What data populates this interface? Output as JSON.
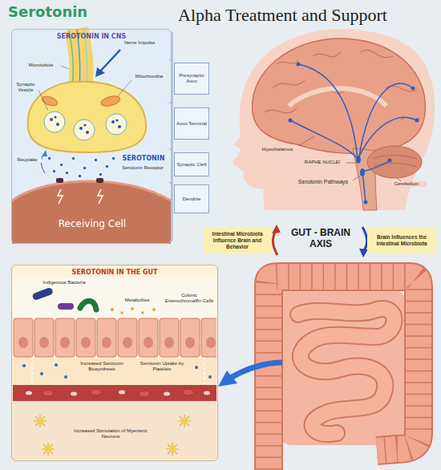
{
  "diagram": {
    "title": "Alpha Treatment and Support",
    "nodes": [
      {
        "text": [
          "SEROTONIN IN CNS"
        ]
      },
      {
        "text": [
          "Presynaptic Axon"
        ]
      },
      {
        "text": [
          "Axon Terminal"
        ]
      },
      {
        "text": [
          "Synaptic Cleft"
        ]
      },
      {
        "text": [
          "Dendrite"
        ]
      },
      {
        "text": [
          "Intestinal Microbiota Influence Brain and Behavior"
        ]
      },
      {
        "text": [
          "Brain Influences the Intestinal Microbiota"
        ]
      },
      {
        "text": [
          "SEROTONIN IN THE GUT"
        ]
      }
    ],
    "labels": [
      "Serotonin",
      "Nerve Impulse",
      "Microtubule",
      "Synaptic Vesicle",
      "Mitochondria",
      "Reuptake",
      "SEROTONIN",
      "Serotonin Receptor",
      "Receiving Cell",
      "Hypothalamus",
      "RAPHE NUCLEI",
      "Serotonin Pathways",
      "Cerebellum",
      "GUT - BRAIN AXIS",
      "Indigenous Bacteria",
      "Metabolites",
      "Colonic Enterochromaffin Cells",
      "Increased Serotonin Biosynthesis",
      "Serotonin Uptake by Platelets",
      "Increased Stimulation of Myenteric Neurons"
    ]
  }
}
